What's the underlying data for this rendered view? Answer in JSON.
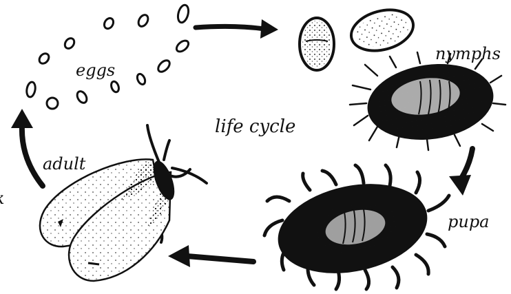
{
  "diagram": {
    "center_label": "life cycle",
    "stages": {
      "eggs": "eggs",
      "nymphs": "nymphs",
      "pupa": "pupa",
      "adult": "adult"
    },
    "stray_glyph": "k"
  },
  "colors": {
    "ink": "#111111",
    "paper": "#ffffff"
  }
}
